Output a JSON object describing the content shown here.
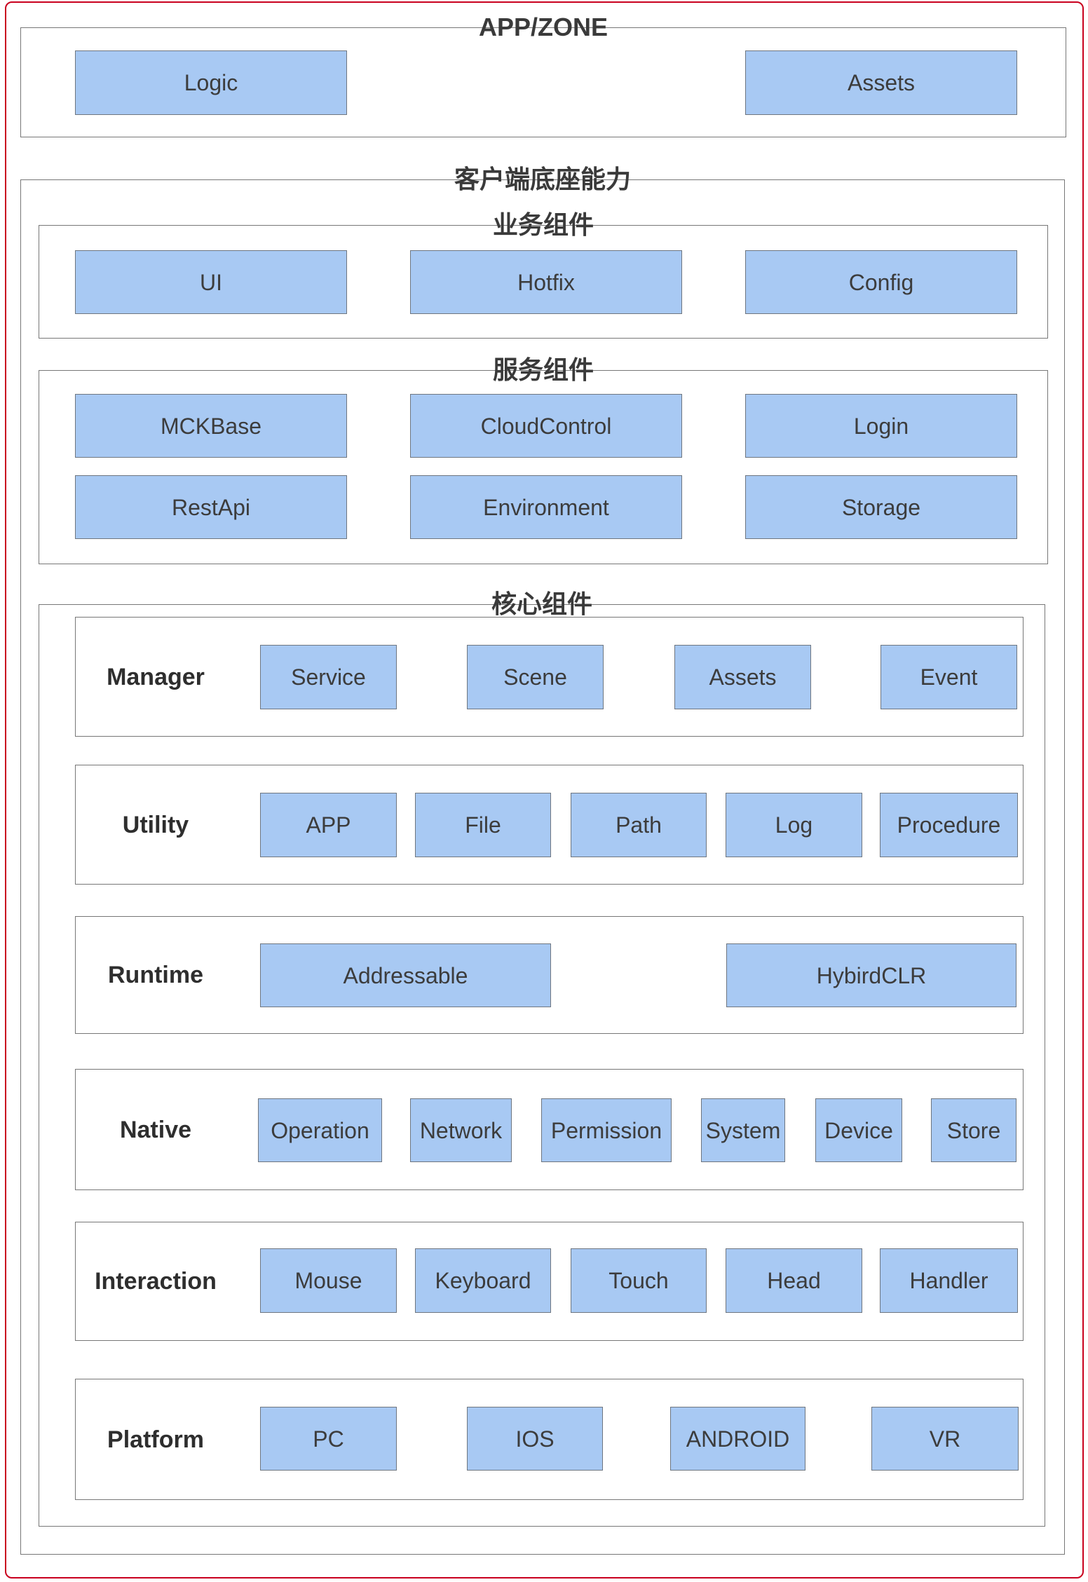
{
  "colors": {
    "node_fill": "#A8C9F3",
    "node_border": "#6E7680",
    "frame_border": "#777777",
    "outer_border": "#C9001E",
    "title_color": "#3A3A3A",
    "node_text": "#3C3C3C"
  },
  "app_zone": {
    "title": "APP/ZONE",
    "nodes": [
      "Logic",
      "Assets"
    ]
  },
  "client_base": {
    "title": "客户端底座能力"
  },
  "business": {
    "title": "业务组件",
    "nodes": [
      "UI",
      "Hotfix",
      "Config"
    ]
  },
  "service": {
    "title": "服务组件",
    "nodes": [
      "MCKBase",
      "CloudControl",
      "Login",
      "RestApi",
      "Environment",
      "Storage"
    ]
  },
  "core": {
    "title": "核心组件",
    "rows": [
      {
        "label": "Manager",
        "nodes": [
          "Service",
          "Scene",
          "Assets",
          "Event"
        ]
      },
      {
        "label": "Utility",
        "nodes": [
          "APP",
          "File",
          "Path",
          "Log",
          "Procedure"
        ]
      },
      {
        "label": "Runtime",
        "nodes": [
          "Addressable",
          "HybirdCLR"
        ]
      },
      {
        "label": "Native",
        "nodes": [
          "Operation",
          "Network",
          "Permission",
          "System",
          "Device",
          "Store"
        ]
      },
      {
        "label": "Interaction",
        "nodes": [
          "Mouse",
          "Keyboard",
          "Touch",
          "Head",
          "Handler"
        ]
      },
      {
        "label": "Platform",
        "nodes": [
          "PC",
          "IOS",
          "ANDROID",
          "VR"
        ]
      }
    ]
  }
}
